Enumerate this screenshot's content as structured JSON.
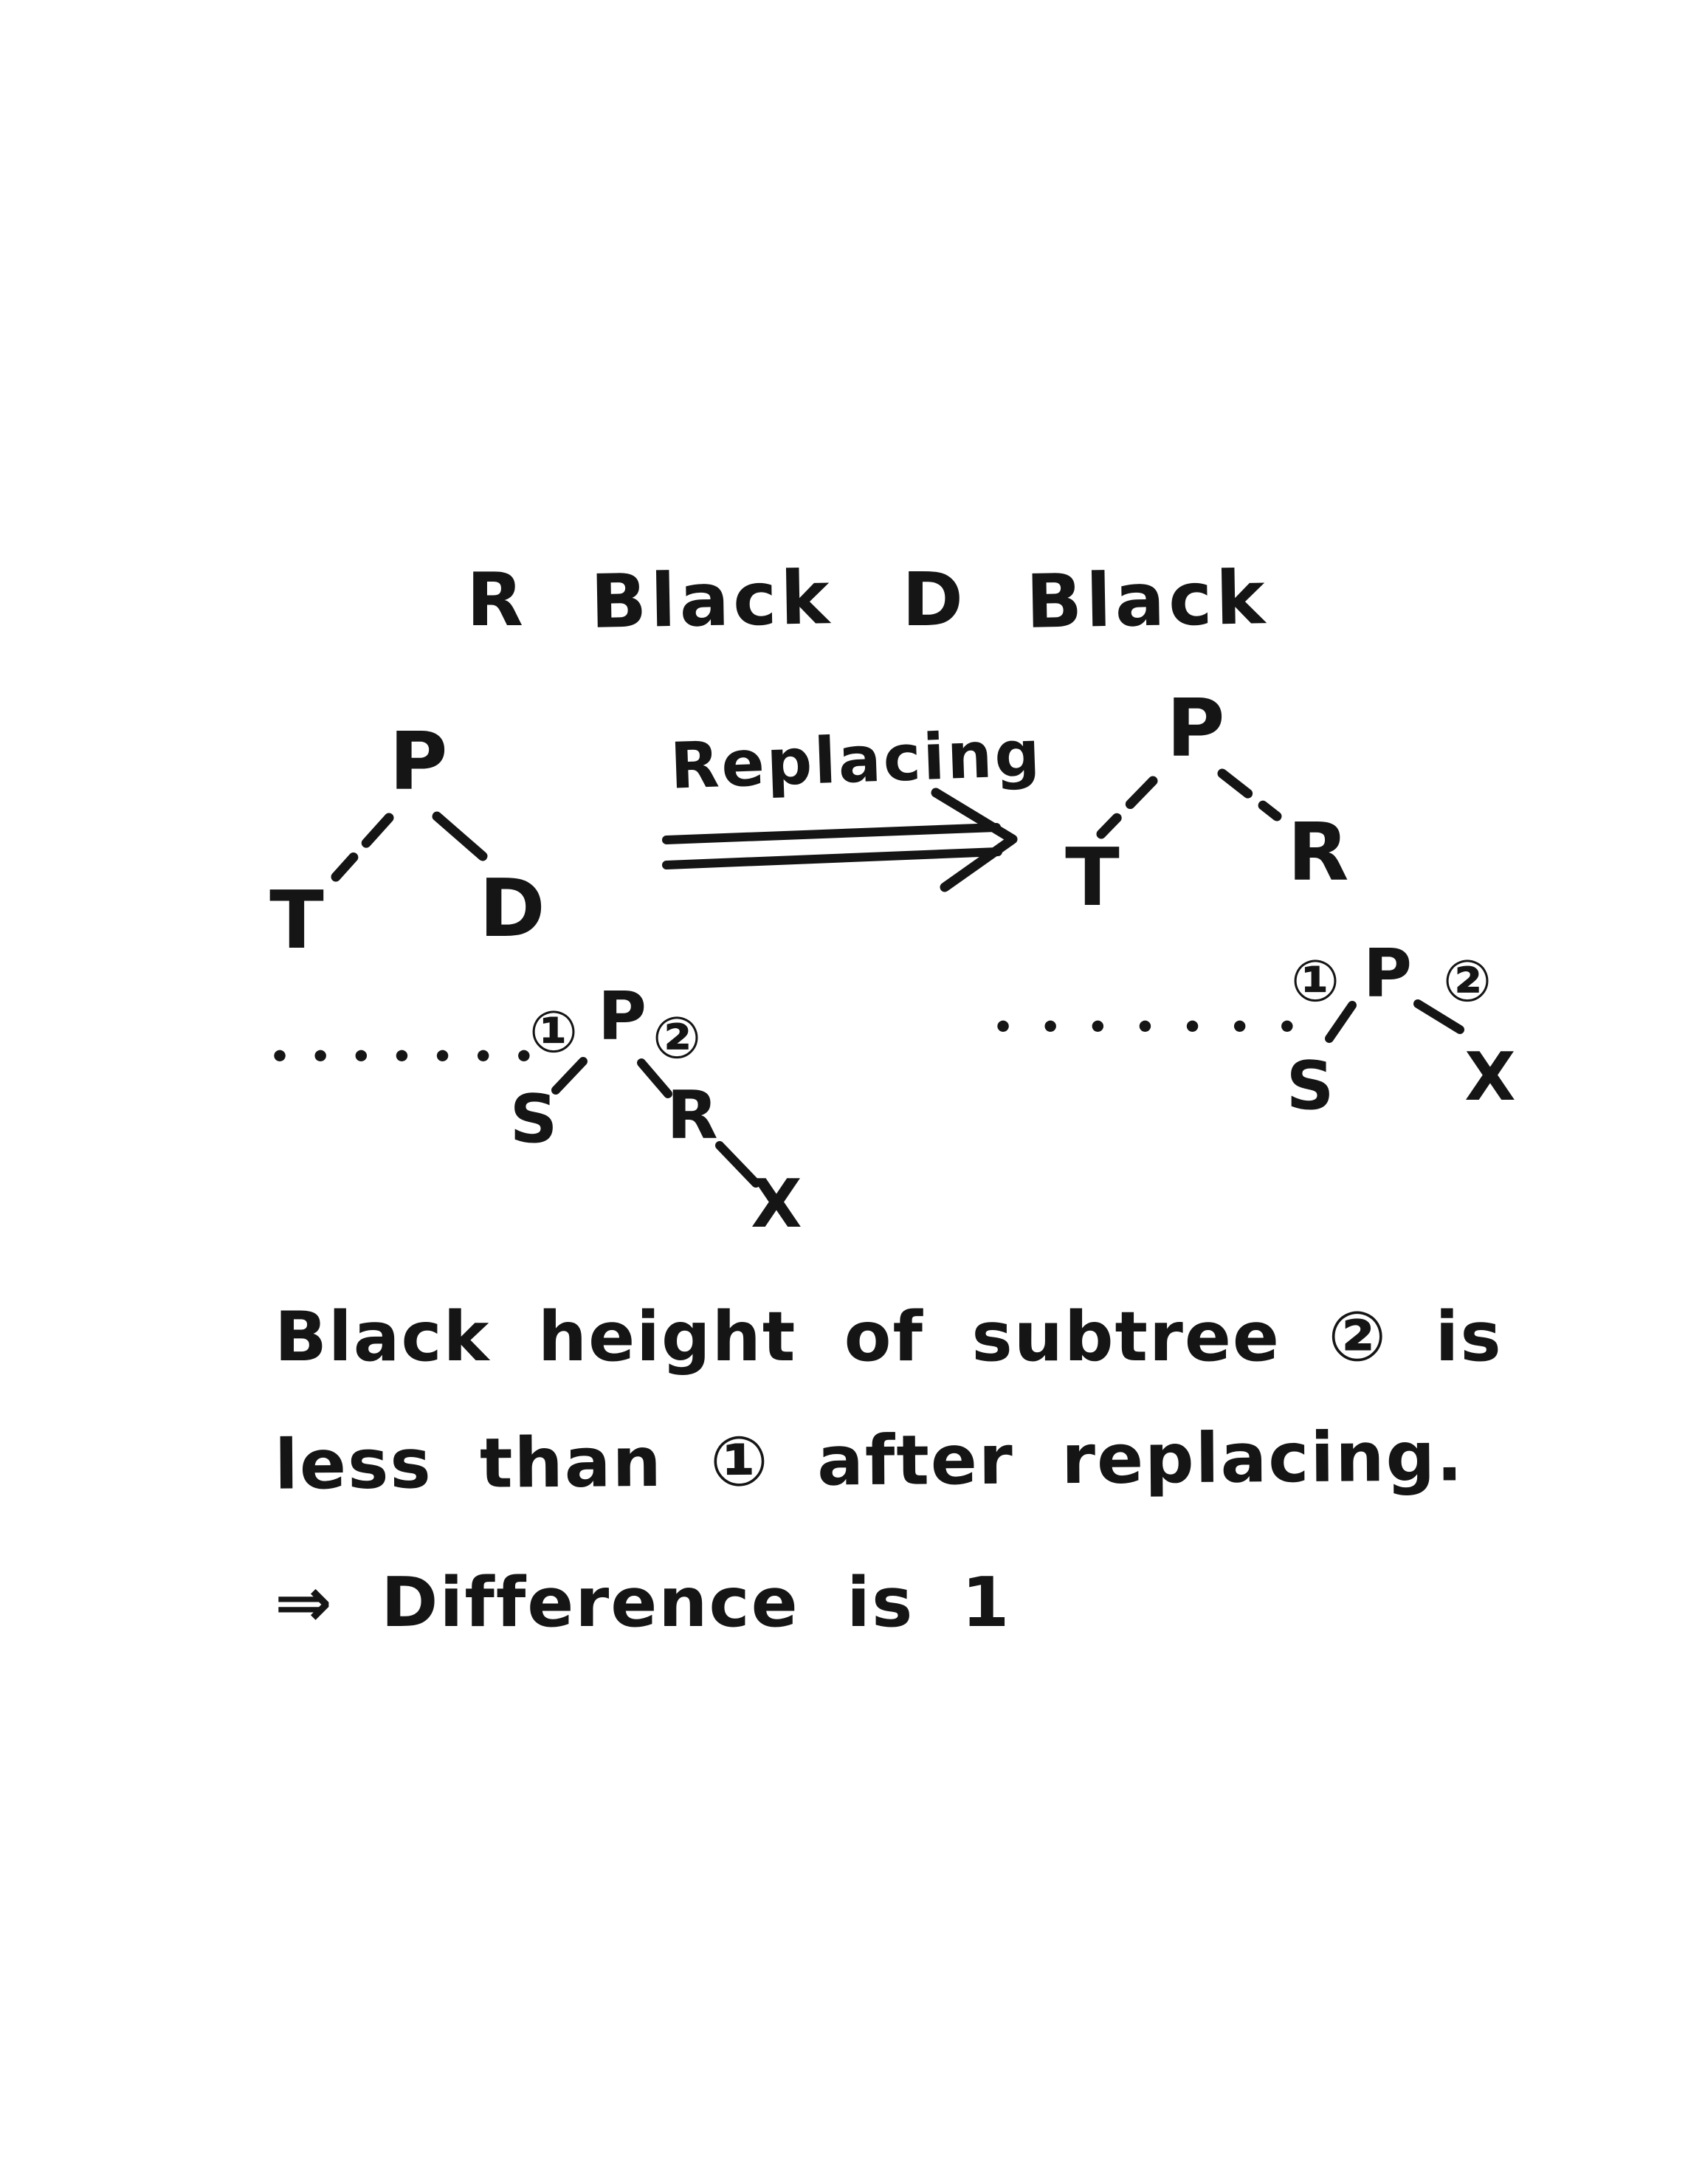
{
  "page": {
    "paper_color": "#ffffff",
    "ink_color": "#151515"
  },
  "title": {
    "words": [
      "R",
      "Black",
      "D",
      "Black"
    ]
  },
  "replace_label": "Replacing",
  "tree_before": {
    "root": "P",
    "left": "T",
    "right": "D"
  },
  "tree_after": {
    "root": "P",
    "left": "T",
    "right": "R"
  },
  "subtree_before": {
    "dots": "•••••••",
    "circle_left": "①",
    "root": "P",
    "circle_right": "②",
    "left": "S",
    "right": "R",
    "right_grandchild": "X"
  },
  "subtree_after": {
    "dots": "•••••••",
    "circle_left": "①",
    "root": "P",
    "circle_right": "②",
    "left": "S",
    "right": "X"
  },
  "notes": [
    "Black height of subtree ② is",
    "less than ① after replacing.",
    "⇒ Difference is 1"
  ]
}
